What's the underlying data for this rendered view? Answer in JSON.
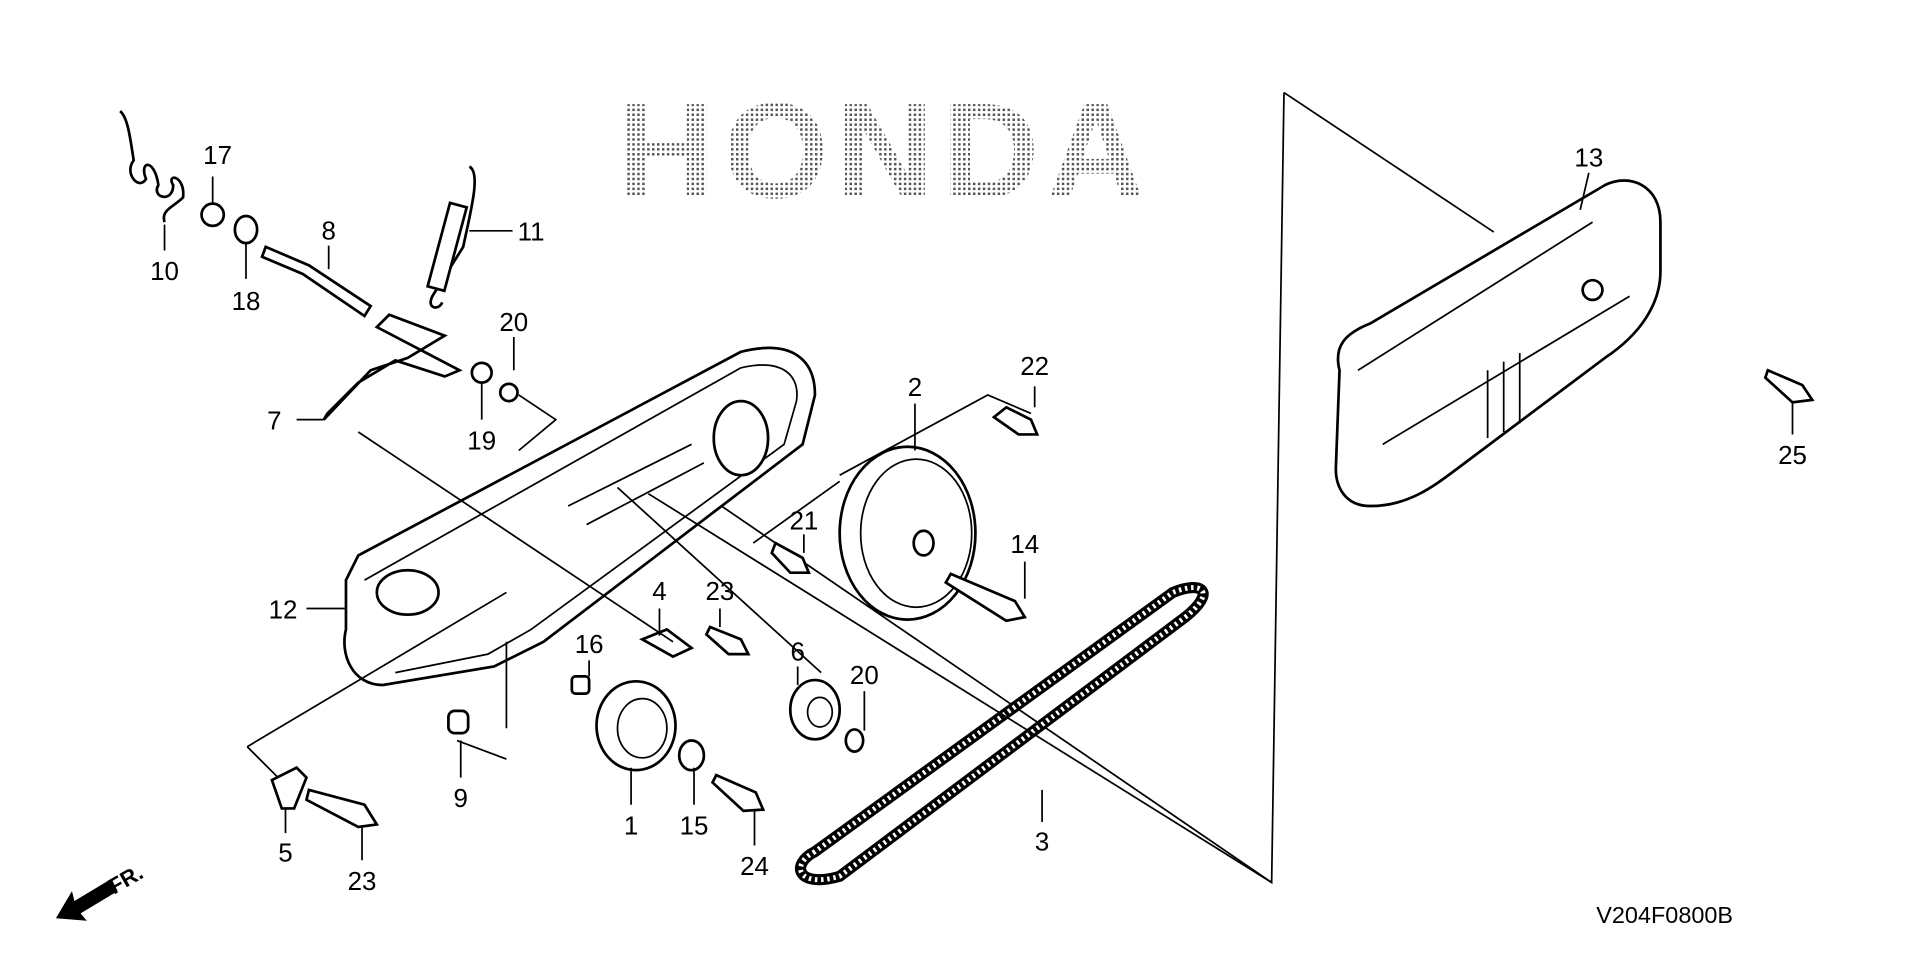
{
  "diagram": {
    "code": "V204F0800B",
    "front_marker": "FR.",
    "watermark": "HONDA",
    "callouts": {
      "c1": "1",
      "c2": "2",
      "c3": "3",
      "c4": "4",
      "c5": "5",
      "c6": "6",
      "c7": "7",
      "c8": "8",
      "c9": "9",
      "c10": "10",
      "c11": "11",
      "c12": "12",
      "c13": "13",
      "c14": "14",
      "c15": "15",
      "c16": "16",
      "c17": "17",
      "c18": "18",
      "c19": "19",
      "c20a": "20",
      "c20b": "20",
      "c21": "21",
      "c22": "22",
      "c23a": "23",
      "c23b": "23",
      "c24": "24",
      "c25": "25"
    }
  }
}
